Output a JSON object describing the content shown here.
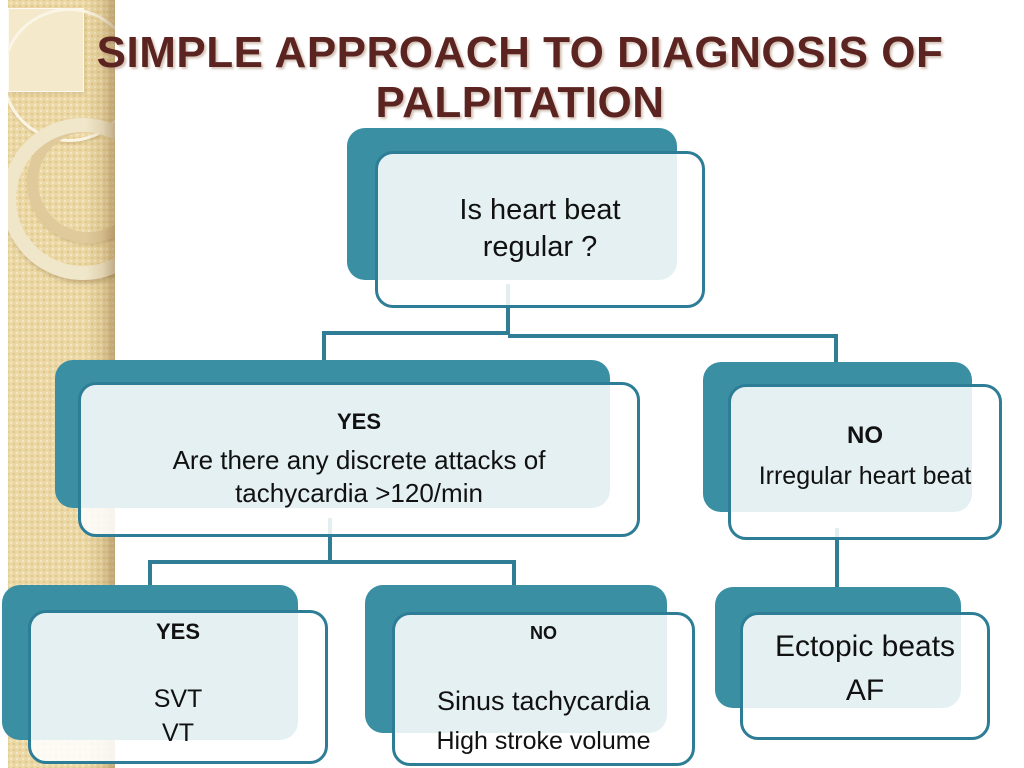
{
  "slide_title": {
    "line1": "SIMPLE APPROACH TO DIAGNOSIS OF",
    "line2": "PALPITATION"
  },
  "flowchart": {
    "root": {
      "line1": "Is heart beat",
      "line2": "regular ?"
    },
    "branch_yes": {
      "label": "YES",
      "line1": "Are there any discrete attacks of",
      "line2": "tachycardia >120/min"
    },
    "branch_no": {
      "label": "NO",
      "line1": "Irregular heart beat"
    },
    "leaf_yes_yes": {
      "label": "YES",
      "line1": "SVT",
      "line2": "VT"
    },
    "leaf_yes_no": {
      "label": "NO",
      "line1": "Sinus tachycardia",
      "line2": "High stroke volume"
    },
    "leaf_no": {
      "line1": "Ectopic beats",
      "line2": "AF"
    }
  },
  "colors": {
    "accent_teal": "#3A8FA3",
    "node_border_teal": "#2E7D96",
    "connector_teal": "#2F7E96",
    "title_maroon": "#5B2421",
    "sidebar_tan": "#ECD8A4",
    "node_fill": "rgba(255,255,255,0.87)",
    "text": "#111111"
  }
}
